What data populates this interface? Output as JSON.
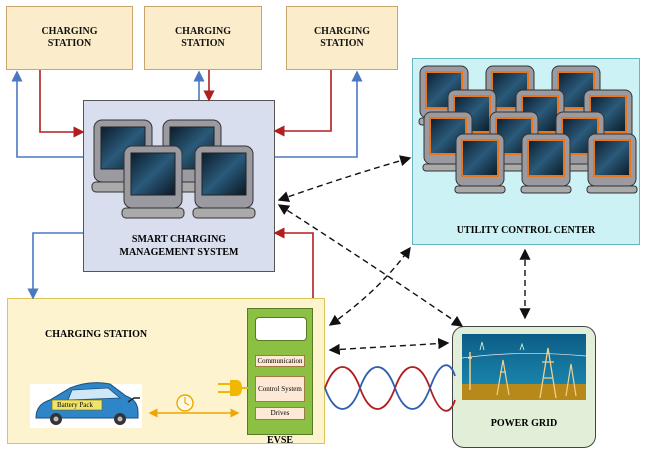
{
  "stations": [
    {
      "label": "CHARGING\nSTATION"
    },
    {
      "label": "CHARGING\nSTATION"
    },
    {
      "label": "CHARGING\nSTATION"
    }
  ],
  "scms": {
    "label_line1": "SMART CHARGING",
    "label_line2": "MANAGEMENT SYSTEM"
  },
  "ucc": {
    "label": "UTILITY CONTROL CENTER"
  },
  "charging_station": {
    "label": "CHARGING STATION"
  },
  "evse": {
    "label": "EVSE",
    "buttons": [
      "Communication",
      "Control System",
      "Drives"
    ]
  },
  "car": {
    "battery_label": "Battery Pack"
  },
  "grid": {
    "label": "POWER GRID"
  },
  "colors": {
    "red_arrow": "#b01e1e",
    "blue_arrow": "#4a78c2",
    "dashed": "#111111"
  }
}
